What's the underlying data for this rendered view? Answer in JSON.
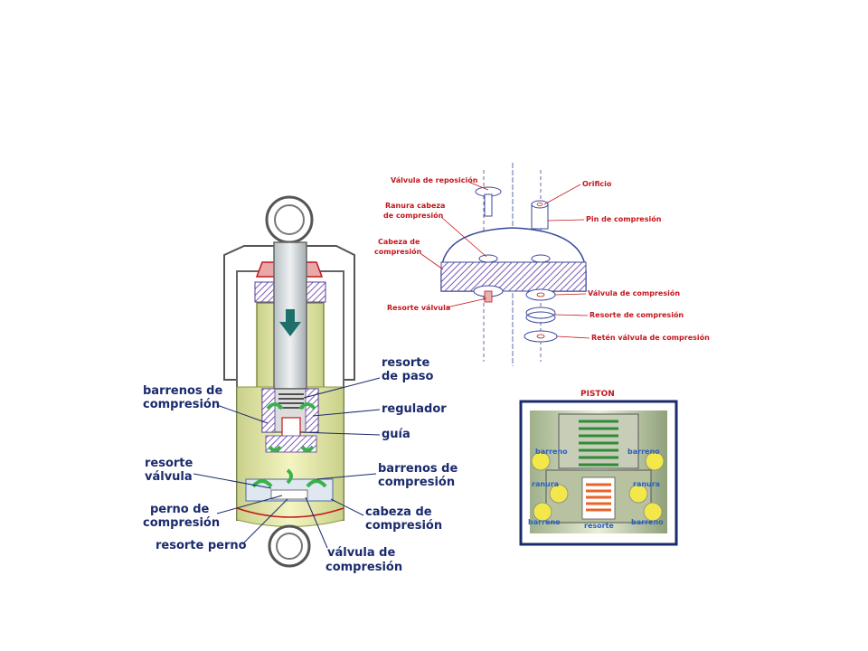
{
  "shock_absorber": {
    "labels": {
      "resorte_de_paso_1": "resorte",
      "resorte_de_paso_2": "de paso",
      "barrenos_compresion_top_1": "barrenos de",
      "barrenos_compresion_top_2": "compresión",
      "regulador": "regulador",
      "guia": "guía",
      "resorte_valvula_1": "resorte",
      "resorte_valvula_2": "válvula",
      "barrenos_compresion_right_1": "barrenos de",
      "barrenos_compresion_right_2": "compresión",
      "perno_compresion_1": "perno de",
      "perno_compresion_2": "compresión",
      "cabeza_compresion_1": "cabeza de",
      "cabeza_compresion_2": "compresión",
      "resorte_perno": "resorte perno",
      "valvula_compresion_1": "válvula de",
      "valvula_compresion_2": "compresión"
    }
  },
  "exploded_view": {
    "labels": {
      "valvula_reposicion": "Válvula de reposición",
      "ranura_cabeza_1": "Ranura cabeza",
      "ranura_cabeza_2": "de compresión",
      "cabeza_de_1": "Cabeza de",
      "cabeza_de_2": "compresión",
      "resorte_valvula": "Resorte válvula",
      "orificio": "Orificio",
      "pin_compresion": "Pin de compresión",
      "valvula_compresion": "Válvula de compresión",
      "resorte_compresion": "Resorte de compresión",
      "reten_valvula": "Retén válvula de compresión"
    }
  },
  "piston": {
    "title": "PISTON",
    "labels": {
      "barreno_tl": "barreno",
      "barreno_tr": "barreno",
      "ranura_l": "ranura",
      "ranura_r": "ranura",
      "barreno_bl": "barreno",
      "barreno_br": "barreno",
      "resorte": "resorte"
    }
  },
  "colors": {
    "label_blue": "#1a2a6c",
    "label_red": "#c4161c",
    "fluid_yellow": "#eef0a0",
    "piston_border": "#1a2a6c",
    "hatch_purple": "#7a5ab8",
    "arrow_teal": "#1d6f6a",
    "valve_green": "#38b24a"
  }
}
